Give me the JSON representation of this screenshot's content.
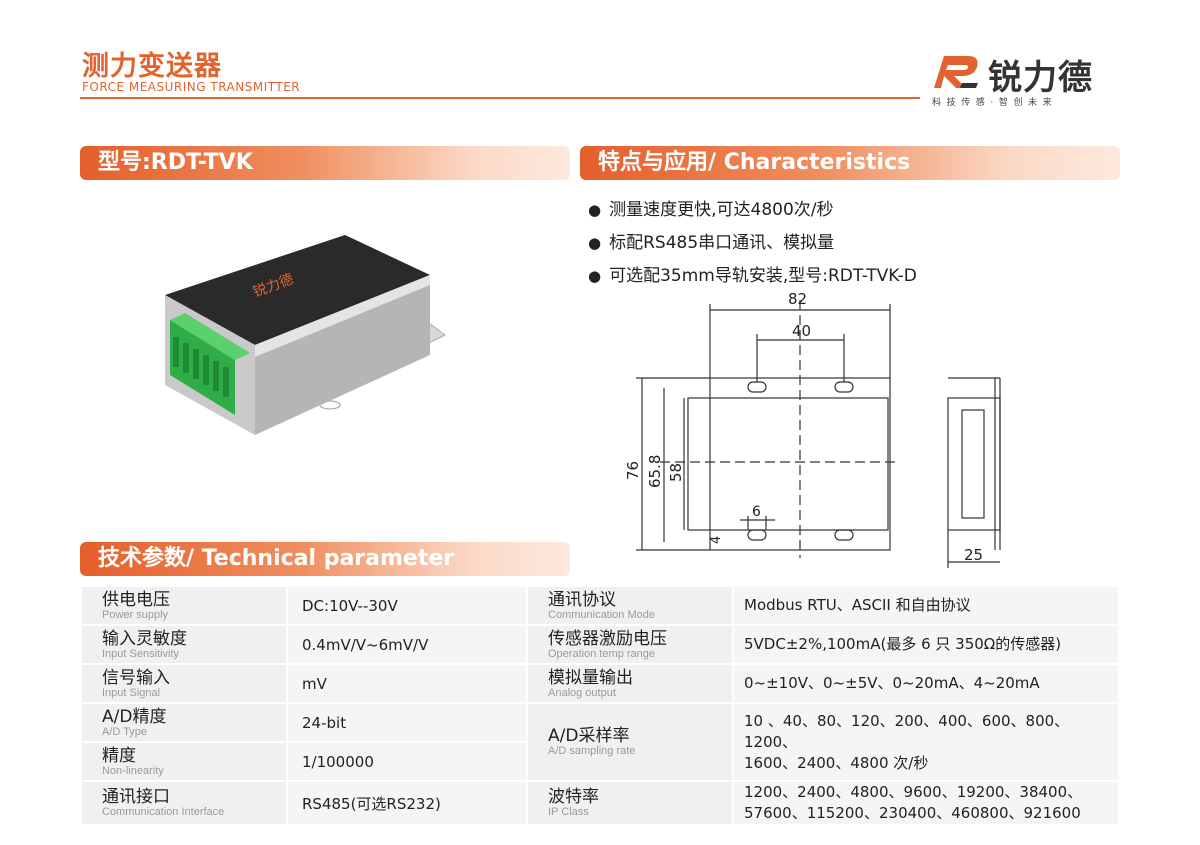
{
  "header": {
    "title": "测力变送器",
    "subtitle": "FORCE MEASURING TRANSMITTER"
  },
  "brand": {
    "name": "锐力德",
    "slogan": "科技传感·智创未来",
    "accent_color": "#e2632f"
  },
  "model_section": {
    "label": "型号:RDT-TVK"
  },
  "characteristics": {
    "label": "特点与应用/ Characteristics",
    "items": [
      "测量速度更快,可达4800次/秒",
      "标配RS485串口通讯、模拟量",
      "可选配35mm导轨安装,型号:RDT-TVK-D"
    ]
  },
  "dimensions": {
    "width_outer": "82",
    "hole_spacing": "40",
    "height_outer": "76",
    "height_mid": "65.8",
    "height_inner": "58",
    "slot": "6",
    "edge": "4",
    "depth": "25"
  },
  "tech_section": {
    "label": "技术参数/ Technical parameter"
  },
  "params_left": [
    {
      "zh": "供电电压",
      "en": "Power supply",
      "value": "DC:10V--30V"
    },
    {
      "zh": "输入灵敏度",
      "en": "Input Sensitivity",
      "value": "0.4mV/V~6mV/V"
    },
    {
      "zh": "信号输入",
      "en": "Input Signal",
      "value": "mV"
    },
    {
      "zh": "A/D精度",
      "en": "A/D Type",
      "value": "24-bit"
    },
    {
      "zh": "精度",
      "en": "Non-linearity",
      "value": "1/100000"
    },
    {
      "zh": "通讯接口",
      "en": "Communication Interface",
      "value": "RS485(可选RS232)"
    }
  ],
  "params_right": [
    {
      "zh": "通讯协议",
      "en": "Communication Mode",
      "value": "Modbus RTU、ASCII 和自由协议"
    },
    {
      "zh": "传感器激励电压",
      "en": "Operation temp range",
      "value": "5VDC±2%,100mA(最多 6 只 350Ω的传感器)"
    },
    {
      "zh": "模拟量输出",
      "en": "Analog output",
      "value": "0~±10V、0~±5V、0~20mA、4~20mA"
    },
    {
      "zh": "A/D采样率",
      "en": "A/D sampling rate",
      "value": "10 、40、80、120、200、400、600、800、1200、",
      "value2": "1600、2400、4800 次/秒"
    },
    {
      "zh": "波特率",
      "en": "IP Class",
      "value": "1200、2400、4800、9600、19200、38400、",
      "value2": "57600、115200、230400、460800、921600"
    }
  ],
  "product_label": "锐力德"
}
